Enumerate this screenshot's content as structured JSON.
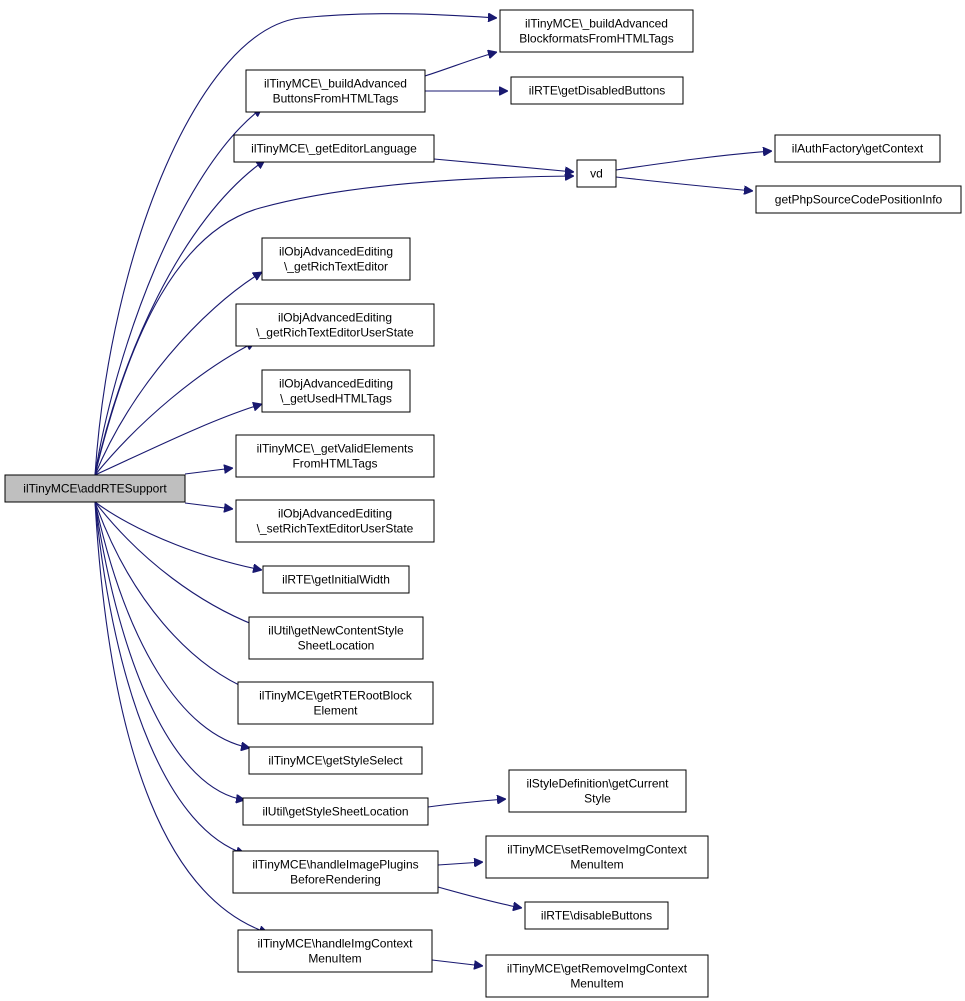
{
  "graph": {
    "colors": {
      "edge": "#191970",
      "root_fill": "#bfbfbf",
      "node_fill": "#ffffff",
      "node_border": "#000000"
    },
    "nodes": [
      {
        "id": "addRTESupport",
        "lines": [
          "ilTinyMCE\\addRTESupport"
        ],
        "root": true
      },
      {
        "id": "buildAdvBlock",
        "lines": [
          "ilTinyMCE\\_buildAdvanced",
          "BlockformatsFromHTMLTags"
        ]
      },
      {
        "id": "buildAdvButtons",
        "lines": [
          "ilTinyMCE\\_buildAdvanced",
          "ButtonsFromHTMLTags"
        ]
      },
      {
        "id": "getDisabledButtons",
        "lines": [
          "ilRTE\\getDisabledButtons"
        ]
      },
      {
        "id": "getEditorLanguage",
        "lines": [
          "ilTinyMCE\\_getEditorLanguage"
        ]
      },
      {
        "id": "vd",
        "lines": [
          "vd"
        ]
      },
      {
        "id": "getContext",
        "lines": [
          "ilAuthFactory\\getContext"
        ]
      },
      {
        "id": "getPhpSource",
        "lines": [
          "getPhpSourceCodePositionInfo"
        ]
      },
      {
        "id": "getRichTextEditor",
        "lines": [
          "ilObjAdvancedEditing",
          "\\_getRichTextEditor"
        ]
      },
      {
        "id": "getRichTextEditorUserState",
        "lines": [
          "ilObjAdvancedEditing",
          "\\_getRichTextEditorUserState"
        ]
      },
      {
        "id": "getUsedHTMLTags",
        "lines": [
          "ilObjAdvancedEditing",
          "\\_getUsedHTMLTags"
        ]
      },
      {
        "id": "getValidElements",
        "lines": [
          "ilTinyMCE\\_getValidElements",
          "FromHTMLTags"
        ]
      },
      {
        "id": "setRichTextEditorUserState",
        "lines": [
          "ilObjAdvancedEditing",
          "\\_setRichTextEditorUserState"
        ]
      },
      {
        "id": "getInitialWidth",
        "lines": [
          "ilRTE\\getInitialWidth"
        ]
      },
      {
        "id": "getNewContentStyle",
        "lines": [
          "ilUtil\\getNewContentStyle",
          "SheetLocation"
        ]
      },
      {
        "id": "getRTERootBlock",
        "lines": [
          "ilTinyMCE\\getRTERootBlock",
          "Element"
        ]
      },
      {
        "id": "getStyleSelect",
        "lines": [
          "ilTinyMCE\\getStyleSelect"
        ]
      },
      {
        "id": "getStyleSheetLocation",
        "lines": [
          "ilUtil\\getStyleSheetLocation"
        ]
      },
      {
        "id": "getCurrentStyle",
        "lines": [
          "ilStyleDefinition\\getCurrent",
          "Style"
        ]
      },
      {
        "id": "handleImagePlugins",
        "lines": [
          "ilTinyMCE\\handleImagePlugins",
          "BeforeRendering"
        ]
      },
      {
        "id": "setRemoveImgContext",
        "lines": [
          "ilTinyMCE\\setRemoveImgContext",
          "MenuItem"
        ]
      },
      {
        "id": "disableButtons",
        "lines": [
          "ilRTE\\disableButtons"
        ]
      },
      {
        "id": "handleImgContext",
        "lines": [
          "ilTinyMCE\\handleImgContext",
          "MenuItem"
        ]
      },
      {
        "id": "getRemoveImgContext",
        "lines": [
          "ilTinyMCE\\getRemoveImgContext",
          "MenuItem"
        ]
      }
    ],
    "edges": [
      [
        "addRTESupport",
        "buildAdvBlock"
      ],
      [
        "addRTESupport",
        "buildAdvButtons"
      ],
      [
        "buildAdvButtons",
        "buildAdvBlock"
      ],
      [
        "buildAdvButtons",
        "getDisabledButtons"
      ],
      [
        "addRTESupport",
        "getEditorLanguage"
      ],
      [
        "getEditorLanguage",
        "vd"
      ],
      [
        "addRTESupport",
        "vd"
      ],
      [
        "vd",
        "getContext"
      ],
      [
        "vd",
        "getPhpSource"
      ],
      [
        "addRTESupport",
        "getRichTextEditor"
      ],
      [
        "addRTESupport",
        "getRichTextEditorUserState"
      ],
      [
        "addRTESupport",
        "getUsedHTMLTags"
      ],
      [
        "addRTESupport",
        "getValidElements"
      ],
      [
        "addRTESupport",
        "setRichTextEditorUserState"
      ],
      [
        "addRTESupport",
        "getInitialWidth"
      ],
      [
        "addRTESupport",
        "getNewContentStyle"
      ],
      [
        "addRTESupport",
        "getRTERootBlock"
      ],
      [
        "addRTESupport",
        "getStyleSelect"
      ],
      [
        "addRTESupport",
        "getStyleSheetLocation"
      ],
      [
        "getStyleSheetLocation",
        "getCurrentStyle"
      ],
      [
        "addRTESupport",
        "handleImagePlugins"
      ],
      [
        "handleImagePlugins",
        "setRemoveImgContext"
      ],
      [
        "handleImagePlugins",
        "disableButtons"
      ],
      [
        "addRTESupport",
        "handleImgContext"
      ],
      [
        "handleImgContext",
        "getRemoveImgContext"
      ]
    ]
  }
}
